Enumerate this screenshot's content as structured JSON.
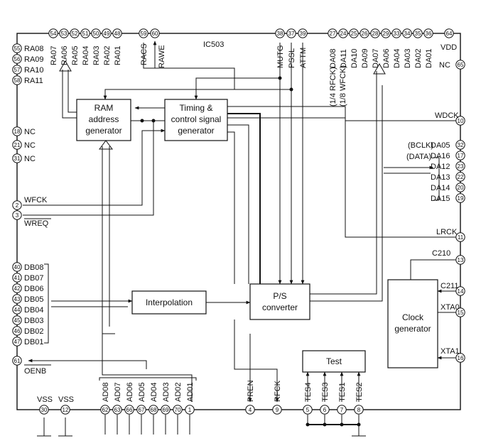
{
  "chip": "IC503",
  "blocks": {
    "ram": [
      "RAM",
      "address",
      "generator"
    ],
    "timing": [
      "Timing &",
      "control signal",
      "generator"
    ],
    "interp": "Interpolation",
    "ps": [
      "P/S",
      "converter"
    ],
    "clock": [
      "Clock",
      "generator"
    ],
    "test": "Test"
  },
  "top_pins": {
    "ra": [
      {
        "n": "54",
        "l": "RA07"
      },
      {
        "n": "53",
        "l": "RA06"
      },
      {
        "n": "52",
        "l": "RA05"
      },
      {
        "n": "51",
        "l": "RA04"
      },
      {
        "n": "50",
        "l": "RA03"
      },
      {
        "n": "49",
        "l": "RA02"
      },
      {
        "n": "48",
        "l": "RA01"
      }
    ],
    "racs": {
      "n": "59",
      "l": "RACS"
    },
    "rawe": {
      "n": "60",
      "l": "RAWE"
    },
    "ctrl": [
      {
        "n": "38",
        "l": "MUTG"
      },
      {
        "n": "37",
        "l": "PSSL"
      },
      {
        "n": "39",
        "l": "ATTM"
      }
    ],
    "da": [
      {
        "n": "27",
        "l": "DA08"
      },
      {
        "n": "24",
        "l": "DA11"
      },
      {
        "n": "25",
        "l": "DA10"
      },
      {
        "n": "26",
        "l": "DA09"
      },
      {
        "n": "28",
        "l": "DA07"
      },
      {
        "n": "29",
        "l": "DA06"
      },
      {
        "n": "33",
        "l": "DA04"
      },
      {
        "n": "34",
        "l": "DA03"
      },
      {
        "n": "35",
        "l": "DA02"
      },
      {
        "n": "36",
        "l": "DA01"
      }
    ],
    "vdd": {
      "n": "64",
      "l": "VDD"
    }
  },
  "left_pins": {
    "ra_hi": [
      {
        "n": "55",
        "l": "RA08"
      },
      {
        "n": "56",
        "l": "RA09"
      },
      {
        "n": "57",
        "l": "RA10"
      },
      {
        "n": "58",
        "l": "RA11"
      }
    ],
    "nc": [
      {
        "n": "18",
        "l": "NC"
      },
      {
        "n": "21",
        "l": "NC"
      },
      {
        "n": "31",
        "l": "NC"
      }
    ],
    "wfck": {
      "n": "2",
      "l": "WFCK"
    },
    "wreq": {
      "n": "3",
      "l": "WREQ"
    },
    "db": [
      {
        "n": "40",
        "l": "DB08"
      },
      {
        "n": "41",
        "l": "DB07"
      },
      {
        "n": "42",
        "l": "DB06"
      },
      {
        "n": "43",
        "l": "DB05"
      },
      {
        "n": "44",
        "l": "DB04"
      },
      {
        "n": "45",
        "l": "DB03"
      },
      {
        "n": "46",
        "l": "DB02"
      },
      {
        "n": "47",
        "l": "DB01"
      }
    ],
    "oenb": {
      "n": "61",
      "l": "OENB"
    }
  },
  "right_pins": {
    "nc": {
      "n": "65",
      "l": "NC"
    },
    "wdck": {
      "n": "10",
      "l": "WDCK"
    },
    "da_out": [
      {
        "n": "32",
        "l": "DA05"
      },
      {
        "n": "17",
        "l": "DA16"
      },
      {
        "n": "23",
        "l": "DA12"
      },
      {
        "n": "22",
        "l": "DA13"
      },
      {
        "n": "20",
        "l": "DA14"
      },
      {
        "n": "19",
        "l": "DA15"
      }
    ],
    "bclk": "(BCLK)",
    "data": "(DATA)",
    "lrck": {
      "n": "11",
      "l": "LRCK"
    },
    "c210": {
      "n": "13",
      "l": "C210"
    },
    "c211": {
      "n": "14",
      "l": "C211"
    },
    "xtao": {
      "n": "15",
      "l": "XTA0"
    },
    "xtai": {
      "n": "16",
      "l": "XTA1"
    }
  },
  "bottom_pins": {
    "vss": [
      {
        "n": "30",
        "l": "VSS"
      },
      {
        "n": "12",
        "l": "VSS"
      }
    ],
    "ad": [
      {
        "n": "62",
        "l": "AD08"
      },
      {
        "n": "63",
        "l": "AD07"
      },
      {
        "n": "66",
        "l": "AD06"
      },
      {
        "n": "67",
        "l": "AD05"
      },
      {
        "n": "68",
        "l": "AD04"
      },
      {
        "n": "69",
        "l": "AD03"
      },
      {
        "n": "70",
        "l": "AD02"
      },
      {
        "n": "1",
        "l": "AD01"
      }
    ],
    "pren": {
      "n": "4",
      "l": "PREN"
    },
    "rfck": {
      "n": "9",
      "l": "RFCK"
    },
    "tes": [
      {
        "n": "5",
        "l": "TES4"
      },
      {
        "n": "6",
        "l": "TES3"
      },
      {
        "n": "7",
        "l": "TES1"
      },
      {
        "n": "8",
        "l": "TES2"
      }
    ]
  },
  "notes": {
    "rfck_div": "(1/4 RFCK)",
    "wfck_div": "(1/8 WFCK)"
  }
}
